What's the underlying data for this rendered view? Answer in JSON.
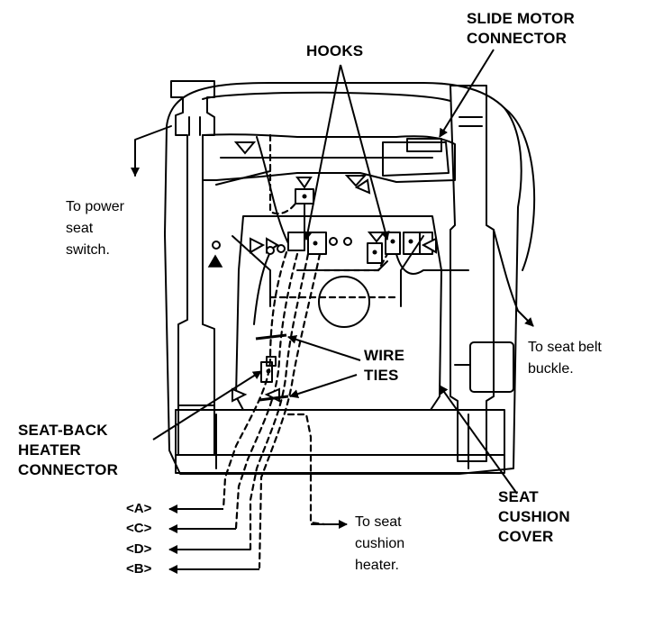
{
  "diagram": {
    "labels": {
      "slide_motor_connector": "SLIDE MOTOR\nCONNECTOR",
      "hooks": "HOOKS",
      "to_power_seat_switch": "To power\nseat\nswitch.",
      "wire_ties": "WIRE\nTIES",
      "to_seat_belt_buckle": "To seat belt\nbuckle.",
      "seat_back_heater_connector": "SEAT-BACK\nHEATER\nCONNECTOR",
      "seat_cushion_cover": "SEAT\nCUSHION\nCOVER",
      "to_seat_cushion_heater": "To seat\ncushion\nheater."
    },
    "wire_ends": [
      "<A>",
      "<C>",
      "<D>",
      "<B>"
    ],
    "colors": {
      "ink": "#000000",
      "paper": "#ffffff"
    }
  }
}
